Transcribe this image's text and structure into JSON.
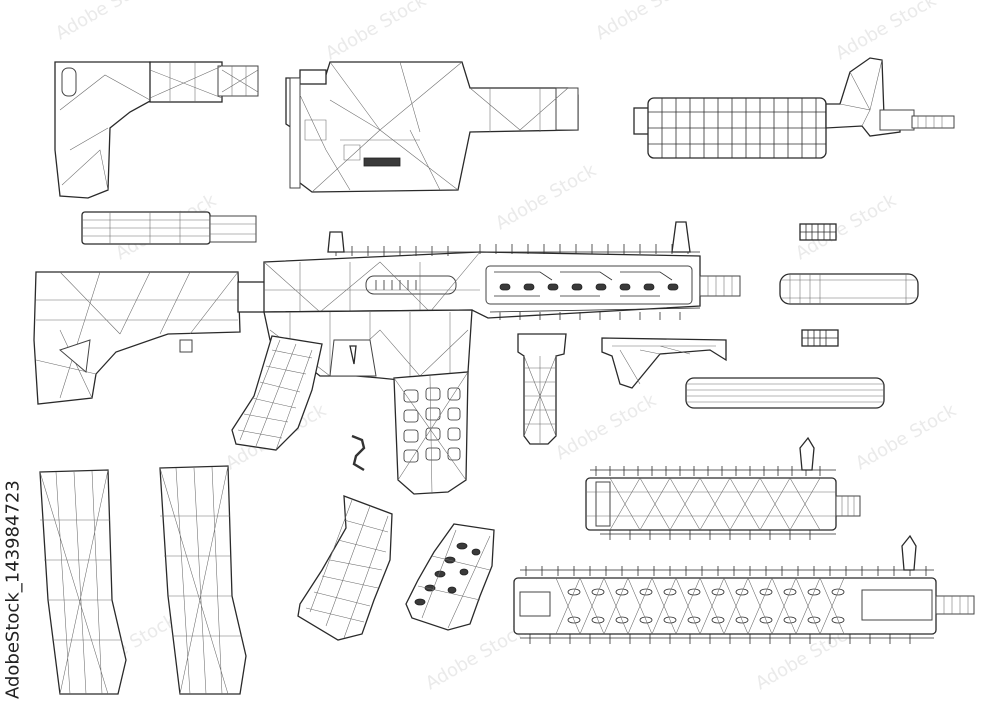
{
  "stock_id": "AdobeStock_143984723",
  "watermark": "Adobe Stock",
  "parts": [
    "pistol-brace",
    "precision-stock",
    "carbine-handguard-barrel",
    "buffer-tube",
    "assembled-rifle",
    "muzzle-brake",
    "suppressor-short",
    "flash-hider",
    "vertical-foregrip",
    "angled-foregrip",
    "suppressor-long",
    "magazine-left",
    "magazine-right",
    "trigger-spring",
    "pistol-grip",
    "pistol-grip-textured",
    "quad-rail-handguard-short",
    "quad-rail-handguard-long"
  ]
}
